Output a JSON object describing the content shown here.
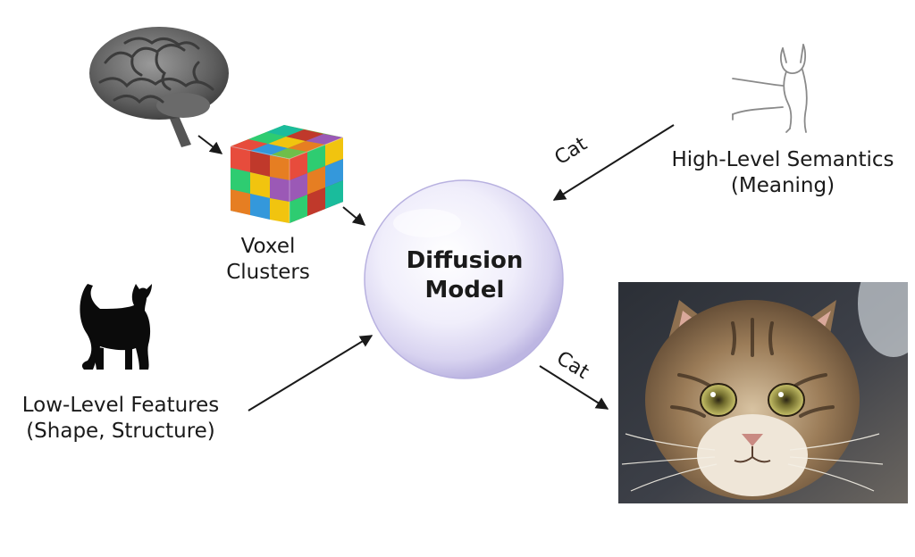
{
  "labels": {
    "voxel_line1": "Voxel",
    "voxel_line2": "Clusters",
    "low_line1": "Low-Level Features",
    "low_line2": "(Shape, Structure)",
    "high_line1": "High-Level Semantics",
    "high_line2": "(Meaning)",
    "diffusion_line1": "Diffusion",
    "diffusion_line2": "Model",
    "cat_top": "Cat",
    "cat_bottom": "Cat"
  },
  "icons": [
    "brain-icon",
    "voxel-cube-icon",
    "cat-silhouette-icon",
    "cat-sketch-icon",
    "cat-photo",
    "diffusion-sphere"
  ],
  "colors": {
    "arrow": "#1a1a1a",
    "sphere_center": "#ffffff",
    "sphere_edge": "#c9c3ea",
    "voxel_palette": [
      "#e74c3c",
      "#f1c40f",
      "#2ecc71",
      "#3498db",
      "#e67e22",
      "#9b59b6",
      "#1abc9c",
      "#c0392b"
    ]
  }
}
